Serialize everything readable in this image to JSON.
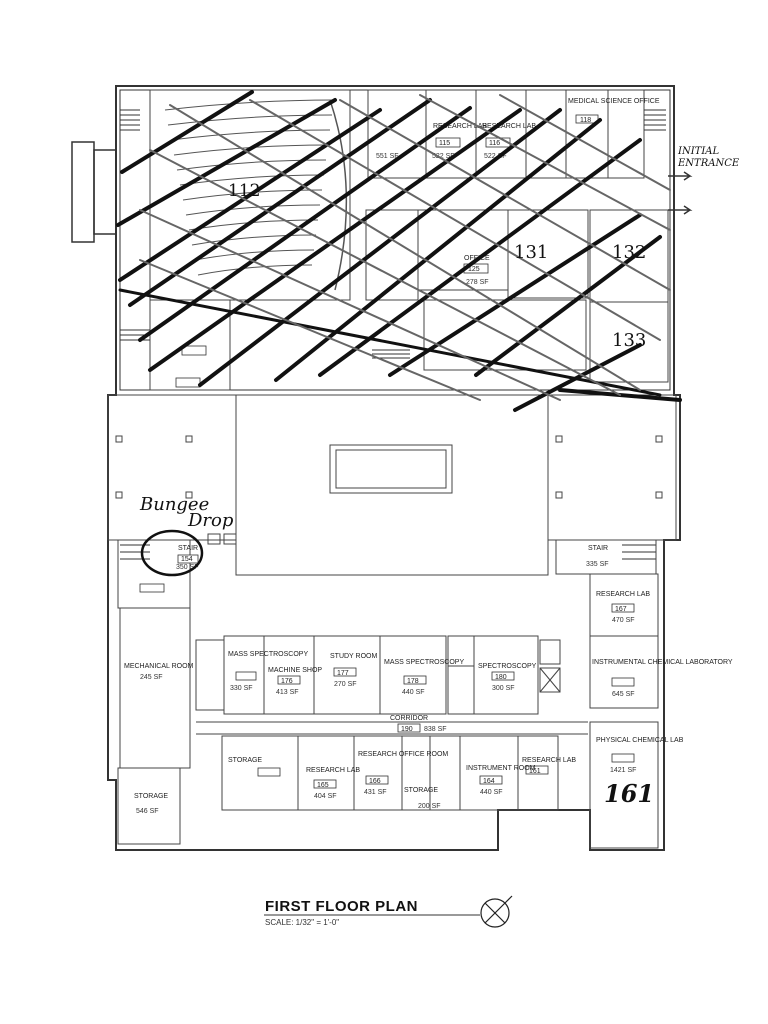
{
  "drawing": {
    "title": "FIRST FLOOR PLAN",
    "scale": "SCALE: 1/32\" = 1'-0\"",
    "entrance_label_line1": "INITIAL",
    "entrance_label_line2": "ENTRANCE"
  },
  "handwritten": {
    "room_112": "112",
    "room_131": "131",
    "room_132": "132",
    "room_133": "133",
    "room_161": "161",
    "bungee": "Bungee",
    "drop": "Drop"
  },
  "rooms_top": [
    {
      "name": "RESEARCH LAB",
      "tag": "115",
      "area": "522 SF"
    },
    {
      "name": "RESEARCH LAB",
      "tag": "116",
      "area": "522 SF"
    },
    {
      "name": "",
      "tag": "",
      "area": "551 SF"
    },
    {
      "name": "MEDICAL SCIENCE OFFICE",
      "tag": "118",
      "area": ""
    },
    {
      "name": "OFFICE",
      "tag": "125",
      "area": "278 SF"
    }
  ],
  "rooms_bottom": [
    {
      "name": "MASS SPECTROSCOPY",
      "tag": "",
      "area": "330 SF"
    },
    {
      "name": "MACHINE SHOP",
      "tag": "176",
      "area": "413 SF"
    },
    {
      "name": "STUDY ROOM",
      "tag": "177",
      "area": "270 SF"
    },
    {
      "name": "MASS SPECTROSCOPY",
      "tag": "178",
      "area": "440 SF"
    },
    {
      "name": "SPECTROSCOPY",
      "tag": "180",
      "area": "300 SF"
    },
    {
      "name": "STORAGE",
      "tag": "",
      "area": ""
    },
    {
      "name": "RESEARCH LAB",
      "tag": "165",
      "area": "404 SF"
    },
    {
      "name": "RESEARCH OFFICE ROOM",
      "tag": "166",
      "area": "431 SF"
    },
    {
      "name": "INSTRUMENT ROOM",
      "tag": "164",
      "area": "440 SF"
    },
    {
      "name": "RESEARCH LAB",
      "tag": "161",
      "area": ""
    },
    {
      "name": "RESEARCH LAB",
      "tag": "167",
      "area": "470 SF"
    },
    {
      "name": "INSTRUMENTAL CHEMICAL LABORATORY",
      "tag": "",
      "area": "645 SF"
    },
    {
      "name": "PHYSICAL CHEMICAL LAB",
      "tag": "",
      "area": "1421 SF"
    },
    {
      "name": "CORRIDOR",
      "tag": "190",
      "area": "838 SF"
    },
    {
      "name": "STORAGE",
      "tag": "",
      "area": "200 SF"
    },
    {
      "name": "STORAGE",
      "tag": "",
      "area": "546 SF"
    },
    {
      "name": "MECHANICAL ROOM",
      "tag": "",
      "area": "245 SF"
    },
    {
      "name": "STAIR",
      "tag": "154",
      "area": "350 SF"
    },
    {
      "name": "STAIR",
      "tag": "",
      "area": "335 SF"
    }
  ],
  "colors": {
    "ink": "#1a1a1a",
    "wall": "#333333",
    "scribble": "#111111",
    "paper": "#ffffff"
  }
}
